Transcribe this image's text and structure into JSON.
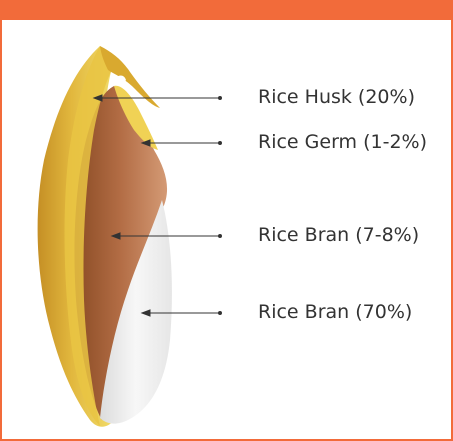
{
  "labels": {
    "husk": "Rice Husk (20%)",
    "germ": "Rice Germ (1-2%)",
    "bran": "Rice Bran (7-8%)",
    "endosperm": "Rice Bran (70%)"
  },
  "colors": {
    "accent": "#f26b3a",
    "husk": "#e3bd3b",
    "bran": "#b9704a",
    "endosperm": "#efefef",
    "text": "#333333"
  }
}
